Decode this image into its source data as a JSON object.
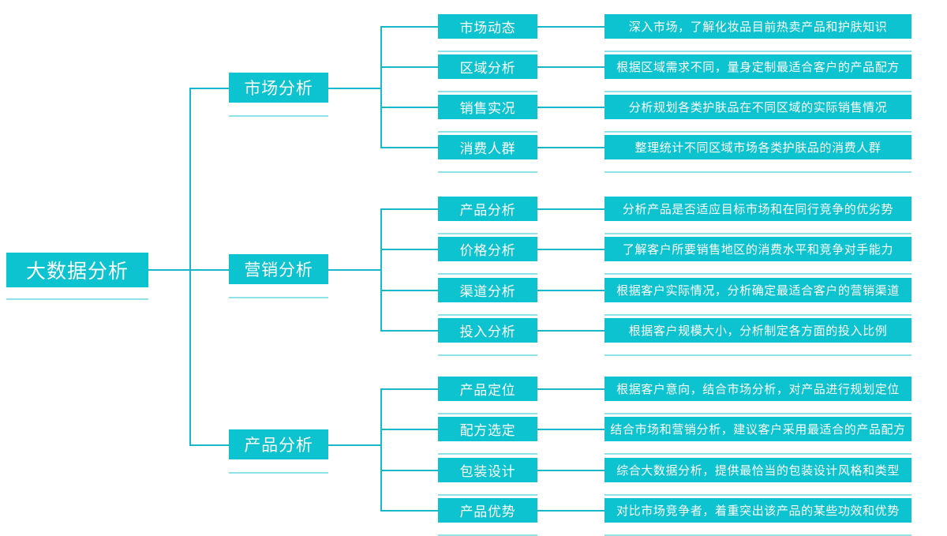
{
  "colors": {
    "node_fill": "#0cc3cf",
    "node_text": "#ffffff",
    "line": "#17b8c8",
    "underline": "#8fe2e8",
    "background": "#ffffff"
  },
  "root": {
    "label": "大数据分析"
  },
  "branches": [
    {
      "label": "市场分析",
      "topics": [
        {
          "label": "市场动态",
          "description": "深入市场，了解化妆品目前热卖产品和护肤知识"
        },
        {
          "label": "区域分析",
          "description": "根据区域需求不同，量身定制最适合客户的产品配方"
        },
        {
          "label": "销售实况",
          "description": "分析规划各类护肤品在不同区域的实际销售情况"
        },
        {
          "label": "消费人群",
          "description": "整理统计不同区域市场各类护肤品的消费人群"
        }
      ]
    },
    {
      "label": "营销分析",
      "topics": [
        {
          "label": "产品分析",
          "description": "分析产品是否适应目标市场和在同行竞争的优劣势"
        },
        {
          "label": "价格分析",
          "description": "了解客户所要销售地区的消费水平和竞争对手能力"
        },
        {
          "label": "渠道分析",
          "description": "根据客户实际情况，分析确定最适合客户的营销渠道"
        },
        {
          "label": "投入分析",
          "description": "根据客户规模大小，分析制定各方面的投入比例"
        }
      ]
    },
    {
      "label": "产品分析",
      "topics": [
        {
          "label": "产品定位",
          "description": "根据客户意向，结合市场分析，对产品进行规划定位"
        },
        {
          "label": "配方选定",
          "description": "结合市场和营销分析，建议客户采用最适合的产品配方"
        },
        {
          "label": "包装设计",
          "description": "综合大数据分析，提供最恰当的包装设计风格和类型"
        },
        {
          "label": "产品优势",
          "description": "对比市场竞争者，着重突出该产品的某些功效和优势"
        }
      ]
    }
  ]
}
